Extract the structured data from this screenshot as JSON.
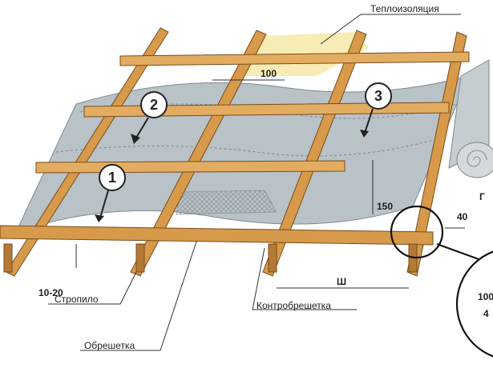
{
  "labels": {
    "insulation": "Теплоизоляция",
    "counter_batten": "Контробрешетка",
    "rafter": "Стропило",
    "batten": "Обрешетка"
  },
  "dimensions": {
    "overlap_100": "100",
    "overlap_150": "150",
    "gap_40": "40",
    "sag_10_20": "10-20",
    "spacing_w": "Ш",
    "detail_a": "100",
    "detail_b": "4",
    "detail_g": "Г"
  },
  "steps": [
    "1",
    "2",
    "3"
  ],
  "colors": {
    "wood": "#d79a4a",
    "wood_dark": "#7a4a1c",
    "membrane": "#b9c2c6",
    "membrane_dark": "#7f8a8f",
    "insulation": "#f7ecb0"
  }
}
